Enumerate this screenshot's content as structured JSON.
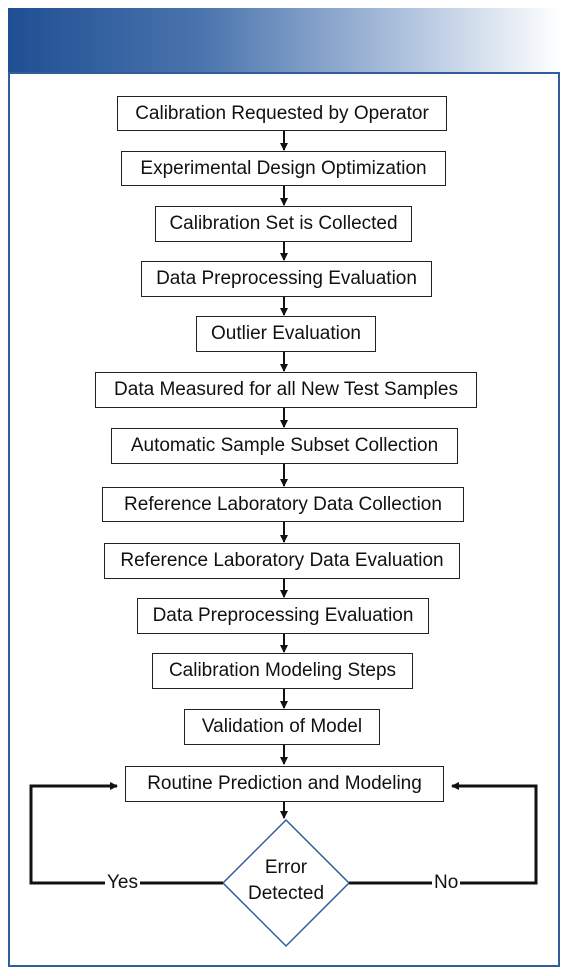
{
  "steps": [
    "Calibration Requested by Operator",
    "Experimental Design Optimization",
    "Calibration Set is Collected",
    "Data Preprocessing Evaluation",
    "Outlier Evaluation",
    "Data Measured for all New Test Samples",
    "Automatic Sample Subset Collection",
    "Reference Laboratory Data Collection",
    "Reference Laboratory Data Evaluation",
    "Data Preprocessing Evaluation",
    "Calibration Modeling Steps",
    "Validation of Model",
    "Routine Prediction and Modeling"
  ],
  "decision": {
    "line1": "Error",
    "line2": "Detected"
  },
  "branches": {
    "yes": "Yes",
    "no": "No"
  },
  "colors": {
    "header_start": "#1f4f93",
    "frame_border": "#2e5e9e",
    "box_border": "#222222"
  }
}
